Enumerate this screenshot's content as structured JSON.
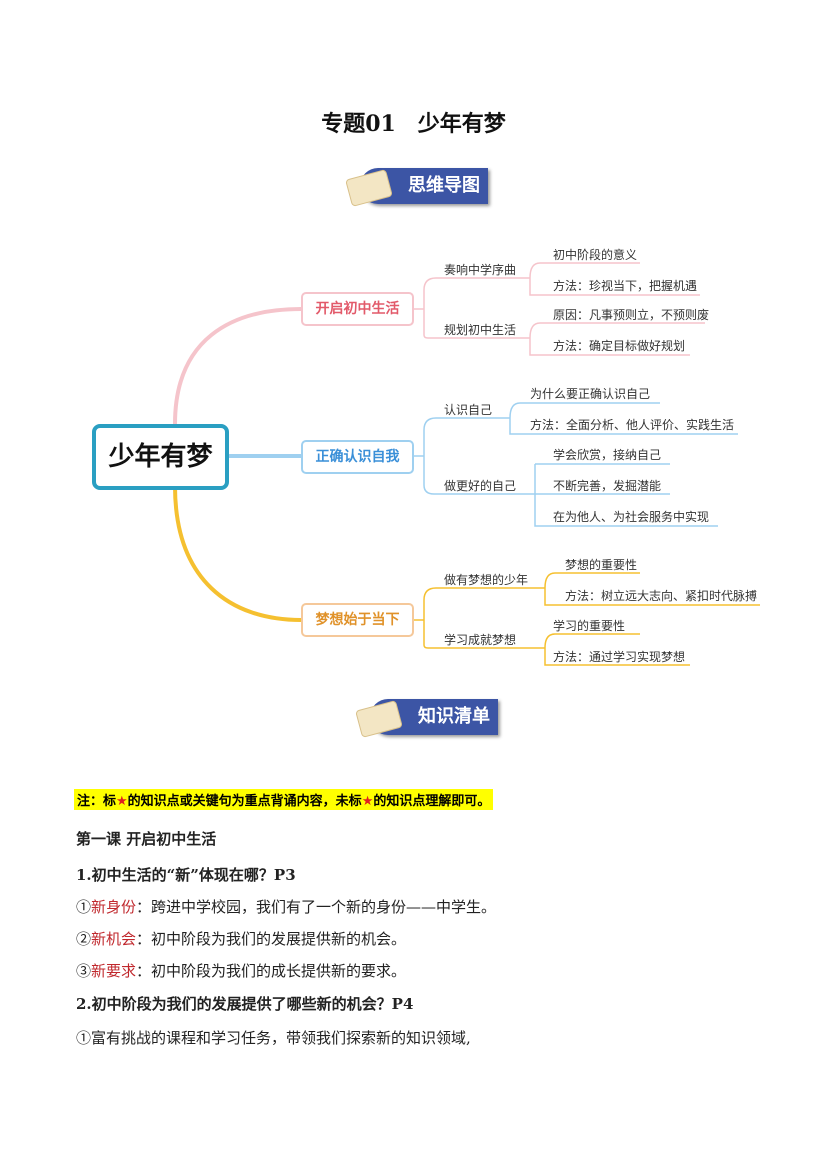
{
  "title": "专题01　少年有梦",
  "banners": {
    "mindmap": "思维导图",
    "knowledge": "知识清单"
  },
  "mindmap": {
    "root": "少年有梦",
    "branches": [
      {
        "label": "开启初中生活",
        "color": "#e25a6a",
        "line": "#f5c4cb",
        "subs": [
          {
            "label": "奏响中学序曲",
            "leaves": [
              "初中阶段的意义",
              "方法：珍视当下，把握机遇"
            ]
          },
          {
            "label": "规划初中生活",
            "leaves": [
              "原因：凡事预则立，不预则废",
              "方法：确定目标做好规划"
            ]
          }
        ]
      },
      {
        "label": "正确认识自我",
        "color": "#3a8fd8",
        "line": "#9fd0f0",
        "subs": [
          {
            "label": "认识自己",
            "leaves": [
              "为什么要正确认识自己",
              "方法：全面分析、他人评价、实践生活"
            ]
          },
          {
            "label": "做更好的自己",
            "leaves": [
              "学会欣赏，接纳自己",
              "不断完善，发掘潜能",
              "在为他人、为社会服务中实现"
            ]
          }
        ]
      },
      {
        "label": "梦想始于当下",
        "color": "#e0922a",
        "line": "#f5c030",
        "subs": [
          {
            "label": "做有梦想的少年",
            "leaves": [
              "梦想的重要性",
              "方法：树立远大志向、紧扣时代脉搏"
            ]
          },
          {
            "label": "学习成就梦想",
            "leaves": [
              "学习的重要性",
              "方法：通过学习实现梦想"
            ]
          }
        ]
      }
    ]
  },
  "note": {
    "prefix": "注：标",
    "star": "★",
    "mid": "的知识点或关键句为重点背诵内容，未标",
    "suffix": "的知识点理解即可。"
  },
  "lesson": "第一课  开启初中生活",
  "q1": "1.初中生活的“新”体现在哪？P3",
  "q1_items": [
    {
      "num": "①",
      "key": "新身份",
      "text": "：跨进中学校园，我们有了一个新的身份——中学生。"
    },
    {
      "num": "②",
      "key": "新机会",
      "text": "：初中阶段为我们的发展提供新的机会。"
    },
    {
      "num": "③",
      "key": "新要求",
      "text": "：初中阶段为我们的成长提供新的要求。"
    }
  ],
  "q2": "2.初中阶段为我们的发展提供了哪些新的机会？P4",
  "q2_items": [
    {
      "num": "①",
      "text": "富有挑战的课程和学习任务，带领我们探索新的知识领域,"
    }
  ]
}
